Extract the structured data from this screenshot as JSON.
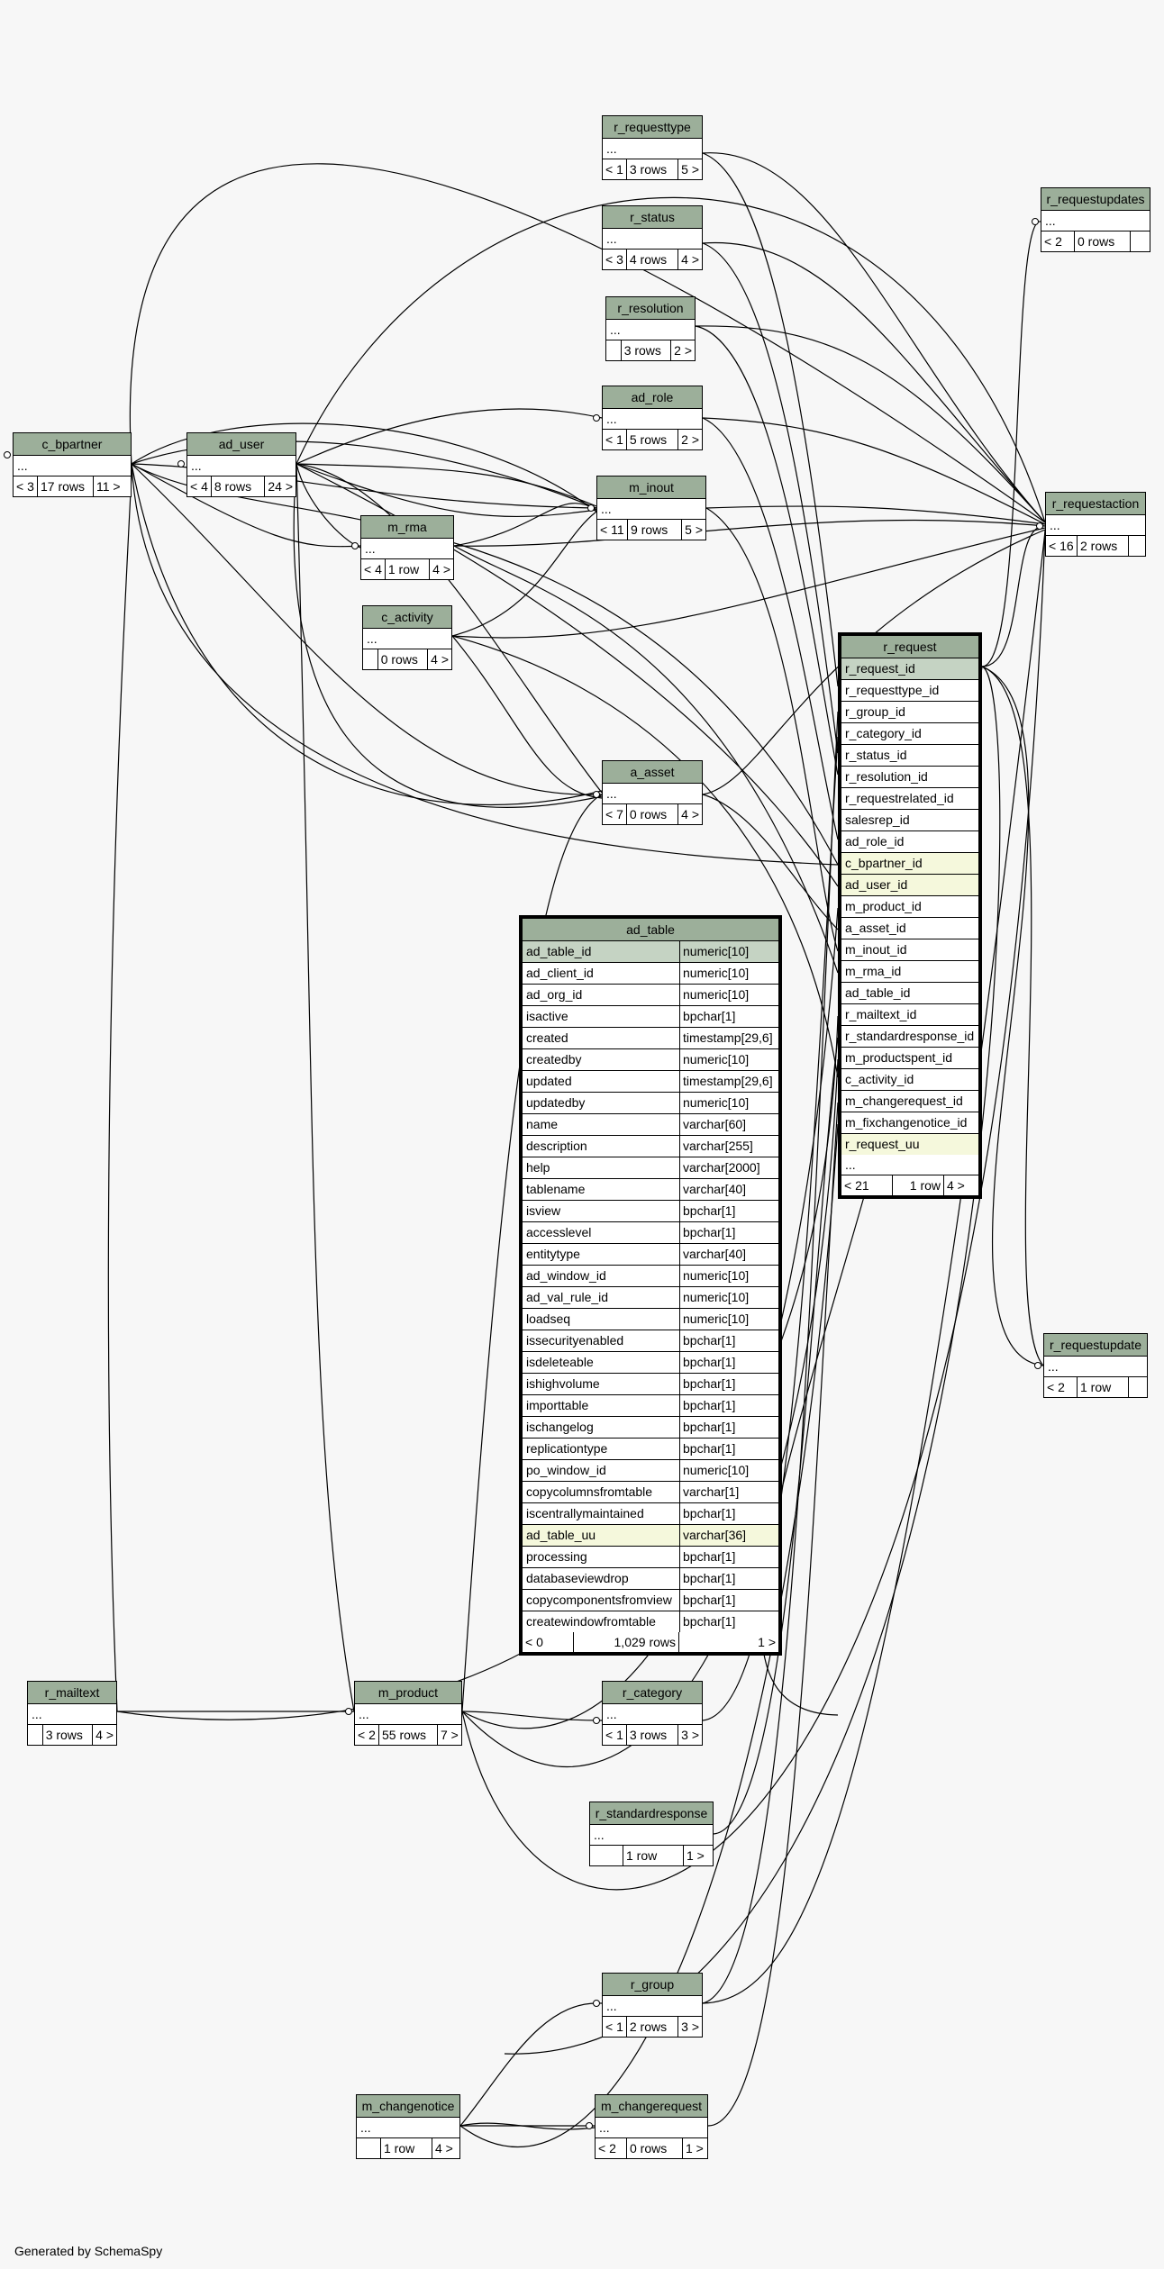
{
  "footer": "Generated by SchemaSpy",
  "tables": {
    "r_requesttype": {
      "name": "r_requesttype",
      "ell": "...",
      "foot": [
        "< 1",
        "3 rows",
        "5 >"
      ]
    },
    "r_status": {
      "name": "r_status",
      "ell": "...",
      "foot": [
        "< 3",
        "4 rows",
        "4 >"
      ]
    },
    "r_resolution": {
      "name": "r_resolution",
      "ell": "...",
      "foot": [
        "",
        "3 rows",
        "2 >"
      ]
    },
    "ad_role": {
      "name": "ad_role",
      "ell": "...",
      "foot": [
        "< 1",
        "5 rows",
        "2 >"
      ]
    },
    "m_inout": {
      "name": "m_inout",
      "ell": "...",
      "foot": [
        "< 11",
        "9 rows",
        "5 >"
      ]
    },
    "c_bpartner": {
      "name": "c_bpartner",
      "ell": "...",
      "foot": [
        "< 3",
        "17 rows",
        "11 >"
      ]
    },
    "ad_user": {
      "name": "ad_user",
      "ell": "...",
      "foot": [
        "< 4",
        "8 rows",
        "24 >"
      ]
    },
    "m_rma": {
      "name": "m_rma",
      "ell": "...",
      "foot": [
        "< 4",
        "1 row",
        "4 >"
      ]
    },
    "c_activity": {
      "name": "c_activity",
      "ell": "...",
      "foot": [
        "",
        "0 rows",
        "4 >"
      ]
    },
    "a_asset": {
      "name": "a_asset",
      "ell": "...",
      "foot": [
        "< 7",
        "0 rows",
        "4 >"
      ]
    },
    "r_requestupdates": {
      "name": "r_requestupdates",
      "ell": "...",
      "foot": [
        "< 2",
        "0 rows",
        ""
      ]
    },
    "r_requestaction": {
      "name": "r_requestaction",
      "ell": "...",
      "foot": [
        "< 16",
        "2 rows",
        ""
      ]
    },
    "r_requestupdate": {
      "name": "r_requestupdate",
      "ell": "...",
      "foot": [
        "< 2",
        "1 row",
        ""
      ]
    },
    "r_mailtext": {
      "name": "r_mailtext",
      "ell": "...",
      "foot": [
        "",
        "3 rows",
        "4 >"
      ]
    },
    "m_product": {
      "name": "m_product",
      "ell": "...",
      "foot": [
        "< 2",
        "55 rows",
        "7 >"
      ]
    },
    "r_category": {
      "name": "r_category",
      "ell": "...",
      "foot": [
        "< 1",
        "3 rows",
        "3 >"
      ]
    },
    "r_standardresponse": {
      "name": "r_standardresponse",
      "ell": "...",
      "foot": [
        "",
        "1 row",
        "1 >"
      ]
    },
    "r_group": {
      "name": "r_group",
      "ell": "...",
      "foot": [
        "< 1",
        "2 rows",
        "3 >"
      ]
    },
    "m_changenotice": {
      "name": "m_changenotice",
      "ell": "...",
      "foot": [
        "",
        "1 row",
        "4 >"
      ]
    },
    "m_changerequest": {
      "name": "m_changerequest",
      "ell": "...",
      "foot": [
        "< 2",
        "0 rows",
        "1 >"
      ]
    }
  },
  "r_request": {
    "name": "r_request",
    "columns": [
      "r_request_id",
      "r_requesttype_id",
      "r_group_id",
      "r_category_id",
      "r_status_id",
      "r_resolution_id",
      "r_requestrelated_id",
      "salesrep_id",
      "ad_role_id",
      "c_bpartner_id",
      "ad_user_id",
      "m_product_id",
      "a_asset_id",
      "m_inout_id",
      "m_rma_id",
      "ad_table_id",
      "r_mailtext_id",
      "r_standardresponse_id",
      "m_productspent_id",
      "c_activity_id",
      "m_changerequest_id",
      "m_fixchangenotice_id",
      "r_request_uu"
    ],
    "ell": "...",
    "foot": [
      "< 21",
      "1 row",
      "4 >"
    ]
  },
  "ad_table": {
    "name": "ad_table",
    "columns": [
      [
        "ad_table_id",
        "numeric[10]"
      ],
      [
        "ad_client_id",
        "numeric[10]"
      ],
      [
        "ad_org_id",
        "numeric[10]"
      ],
      [
        "isactive",
        "bpchar[1]"
      ],
      [
        "created",
        "timestamp[29,6]"
      ],
      [
        "createdby",
        "numeric[10]"
      ],
      [
        "updated",
        "timestamp[29,6]"
      ],
      [
        "updatedby",
        "numeric[10]"
      ],
      [
        "name",
        "varchar[60]"
      ],
      [
        "description",
        "varchar[255]"
      ],
      [
        "help",
        "varchar[2000]"
      ],
      [
        "tablename",
        "varchar[40]"
      ],
      [
        "isview",
        "bpchar[1]"
      ],
      [
        "accesslevel",
        "bpchar[1]"
      ],
      [
        "entitytype",
        "varchar[40]"
      ],
      [
        "ad_window_id",
        "numeric[10]"
      ],
      [
        "ad_val_rule_id",
        "numeric[10]"
      ],
      [
        "loadseq",
        "numeric[10]"
      ],
      [
        "issecurityenabled",
        "bpchar[1]"
      ],
      [
        "isdeleteable",
        "bpchar[1]"
      ],
      [
        "ishighvolume",
        "bpchar[1]"
      ],
      [
        "importtable",
        "bpchar[1]"
      ],
      [
        "ischangelog",
        "bpchar[1]"
      ],
      [
        "replicationtype",
        "bpchar[1]"
      ],
      [
        "po_window_id",
        "numeric[10]"
      ],
      [
        "copycolumnsfromtable",
        "varchar[1]"
      ],
      [
        "iscentrallymaintained",
        "bpchar[1]"
      ],
      [
        "ad_table_uu",
        "varchar[36]"
      ],
      [
        "processing",
        "bpchar[1]"
      ],
      [
        "databaseviewdrop",
        "bpchar[1]"
      ],
      [
        "copycomponentsfromview",
        "bpchar[1]"
      ],
      [
        "createwindowfromtable",
        "bpchar[1]"
      ]
    ],
    "foot": [
      "< 0",
      "1,029 rows",
      "1 >"
    ]
  }
}
